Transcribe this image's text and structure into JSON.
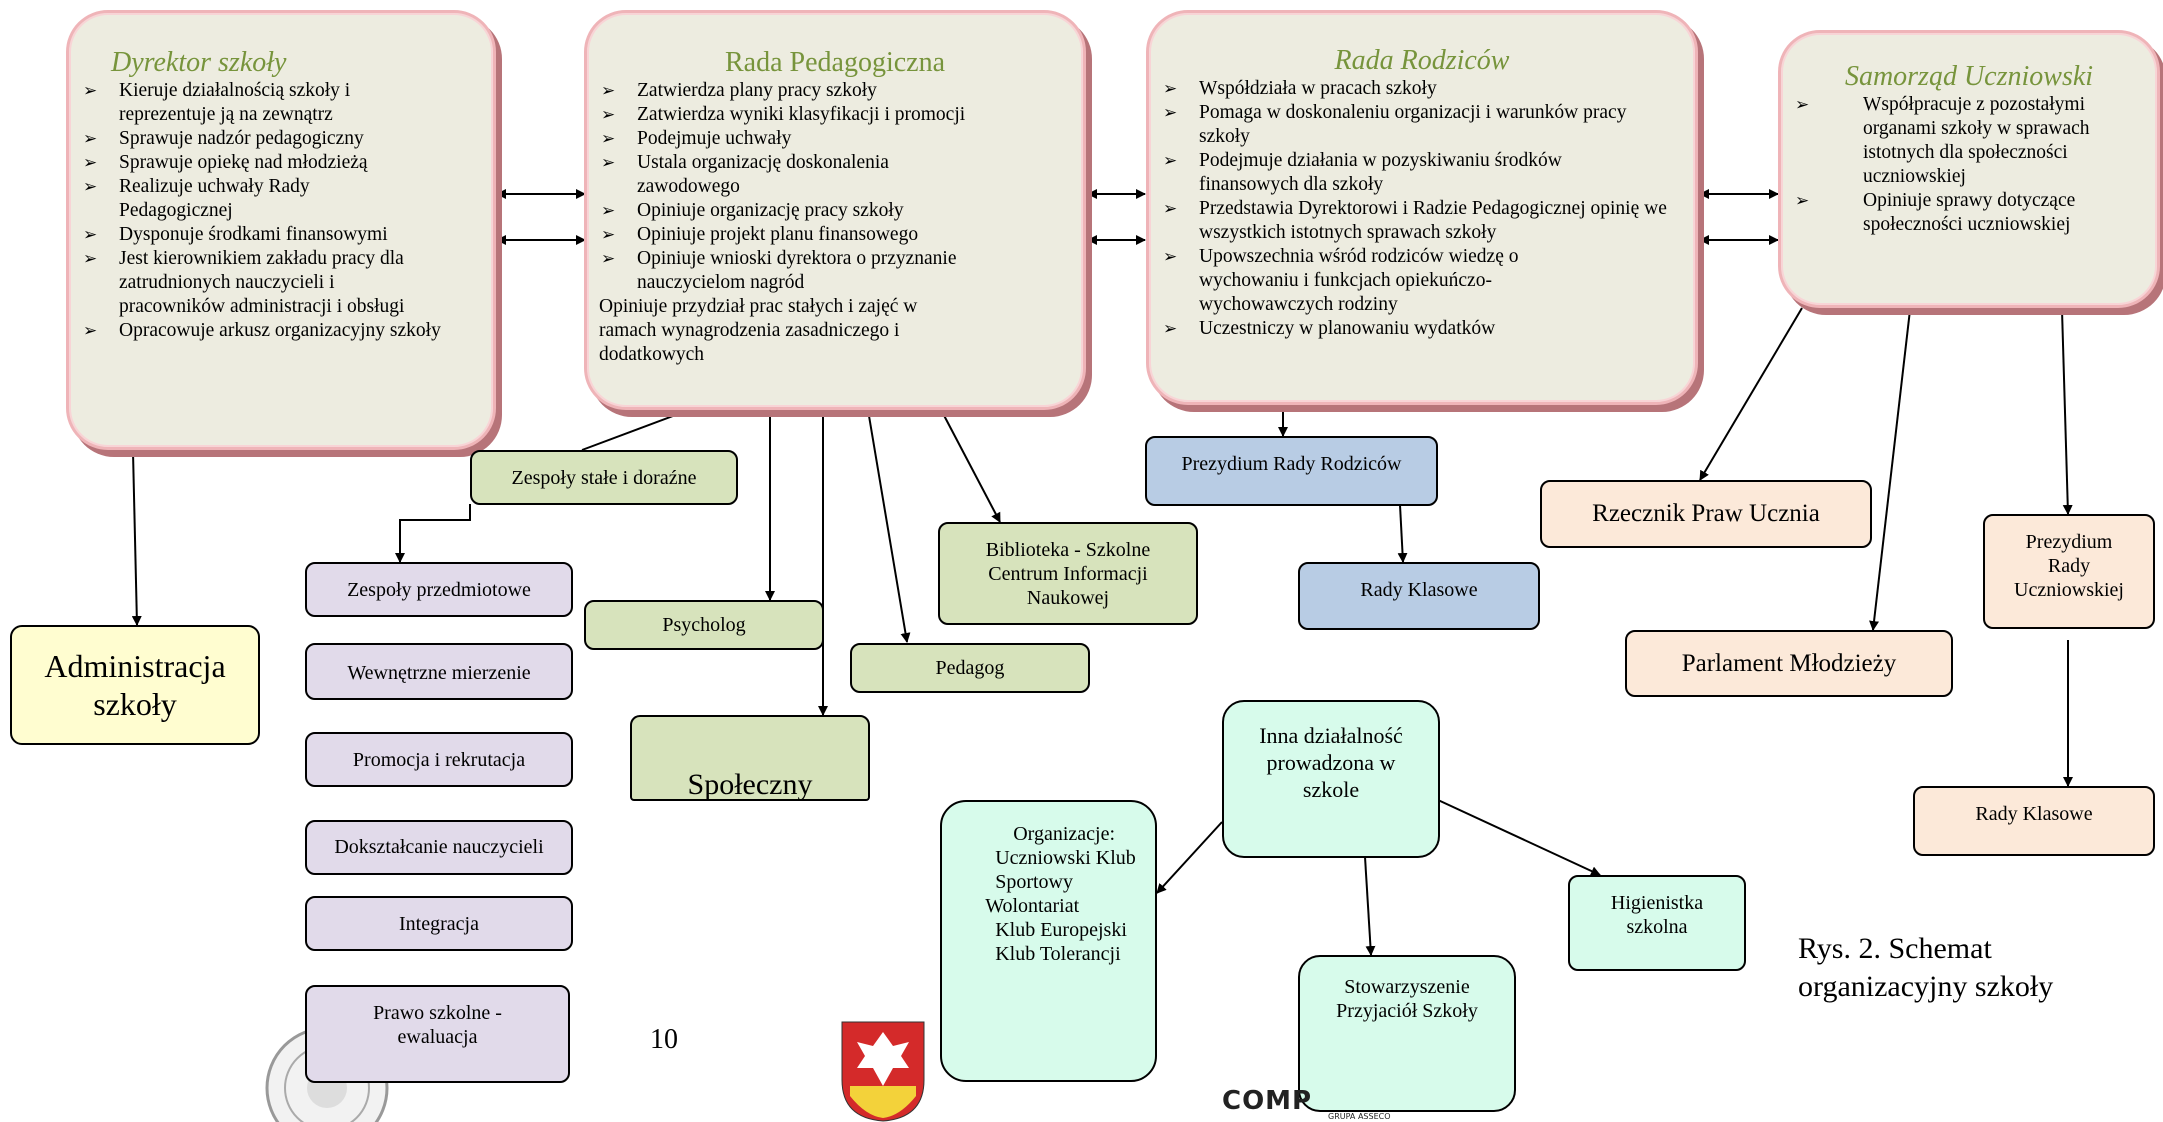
{
  "dyrektor": {
    "title": "Dyrektor szkoły",
    "items": [
      "Kieruje działalnością szkoły i reprezentuje ją na zewnątrz",
      "Sprawuje nadzór pedagogiczny",
      "Sprawuje opiekę nad młodzieżą",
      "Realizuje uchwały Rady Pedagogicznej",
      "Dysponuje środkami finansowymi",
      "Jest kierownikiem zakładu pracy dla zatrudnionych nauczycieli i pracowników administracji i obsługi",
      "Opracowuje arkusz organizacyjny szkoły"
    ]
  },
  "rada_ped": {
    "title": "Rada Pedagogiczna",
    "items": [
      "Zatwierdza plany pracy szkoły",
      "Zatwierdza wyniki klasyfikacji i promocji",
      "Podejmuje uchwały",
      "Ustala organizację doskonalenia zawodowego",
      "Opiniuje organizację pracy szkoły",
      "Opiniuje projekt planu finansowego",
      "Opiniuje wnioski dyrektora o przyznanie nauczycielom nagród"
    ],
    "extra": "Opiniuje przydział prac stałych i zajęć w ramach wynagrodzenia zasadniczego i dodatkowych"
  },
  "rada_rodz": {
    "title": "Rada Rodziców",
    "items": [
      "Współdziała w pracach szkoły",
      "Pomaga w doskonaleniu organizacji i warunków pracy szkoły",
      "Podejmuje działania w pozyskiwaniu środków finansowych dla szkoły",
      "Przedstawia Dyrektorowi i Radzie Pedagogicznej opinię we wszystkich istotnych sprawach szkoły",
      "Upowszechnia wśród rodziców wiedzę o wychowaniu i funkcjach opiekuńczo-wychowawczych rodziny",
      "Uczestniczy w planowaniu wydatków"
    ]
  },
  "samorzad": {
    "title": "Samorząd Uczniowski",
    "items": [
      "Współpracuje z pozostałymi organami szkoły w sprawach istotnych dla społeczności uczniowskiej",
      "Opiniuje sprawy dotyczące społeczności uczniowskiej"
    ]
  },
  "boxes": {
    "administracja": "Administracja szkoły",
    "zespoly_stale": "Zespoły stałe i doraźne",
    "zespoly_przedm": "Zespoły przedmiotowe",
    "wewn_mierzenie": "Wewnętrzne mierzenie",
    "promocja": "Promocja i rekrutacja",
    "doksztalcanie": "Dokształcanie nauczycieli",
    "integracja": "Integracja",
    "prawo": "Prawo szkolne - ewaluacja",
    "psycholog": "Psycholog",
    "spoleczny": "Społeczny",
    "pedagog": "Pedagog",
    "biblioteka": "Biblioteka - Szkolne Centrum Informacji Naukowej",
    "prezydium_rr": "Prezydium Rady Rodziców",
    "rady_klasowe_1": "Rady Klasowe",
    "rzecznik": "Rzecznik Praw Ucznia",
    "parlament": "Parlament Młodzieży",
    "prezydium_ru": "Prezydium Rady Uczniowskiej",
    "rady_klasowe_2": "Rady Klasowe",
    "inna": "Inna działalność prowadzona w szkole",
    "organizacje": [
      "Organizacje:",
      "Uczniowski Klub",
      "Sportowy",
      "Wolontariat",
      "Klub Europejski",
      "Klub Tolerancji"
    ],
    "stowarzyszenie": "Stowarzyszenie Przyjaciół Szkoły",
    "higienistka": "Higienistka szkolna"
  },
  "caption": [
    "Rys. 2. Schemat",
    "organizacyjny szkoły"
  ],
  "page_number": "10",
  "logo_text": "COMP",
  "logo_subtext": "GRUPA ASSECO",
  "colors": {
    "title_green": "#77943c",
    "top_fill": "#edece0",
    "green_box": "#d7e3bc",
    "lavender_box": "#e1daea",
    "blue_box": "#b8cce4",
    "peach_box": "#fce9d9",
    "yellow_box": "#fffdd0",
    "mint_box": "#d7fbeb"
  }
}
